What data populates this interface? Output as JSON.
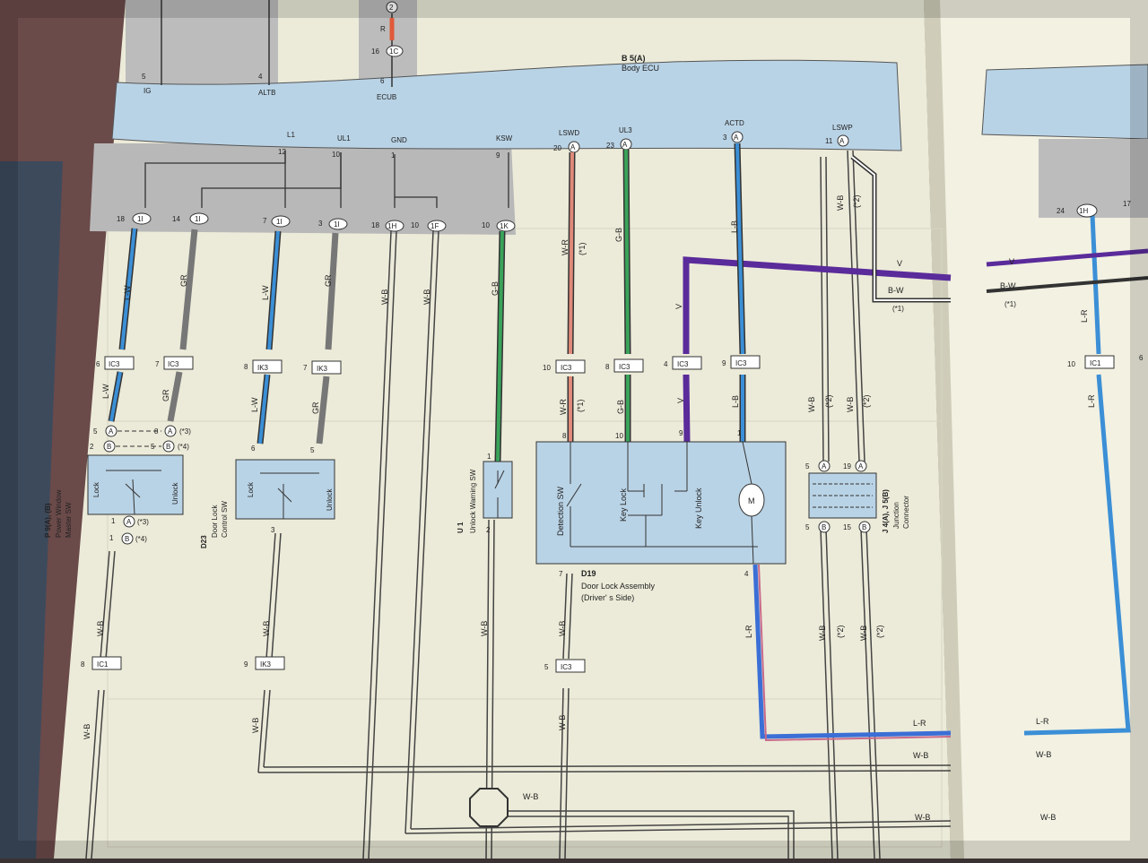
{
  "ecu": {
    "id": "B 5(A)",
    "name": "Body ECU",
    "top_pins": [
      {
        "num": "5",
        "name": "IG"
      },
      {
        "num": "4",
        "name": "ALTB"
      },
      {
        "num": "6",
        "name": "ECUB"
      }
    ],
    "top_connector": {
      "pin_a": "2",
      "pin_b": "16",
      "label_b": "1C",
      "wire": "R"
    },
    "pins": [
      {
        "num": "12",
        "name": "L1"
      },
      {
        "num": "10",
        "name": "UL1"
      },
      {
        "num": "1",
        "name": "GND"
      },
      {
        "num": "9",
        "name": "KSW"
      },
      {
        "num": "20",
        "name": "LSWD",
        "conn": "A"
      },
      {
        "num": "23",
        "name": "UL3",
        "conn": "A"
      },
      {
        "num": "3",
        "name": "ACTD",
        "conn": "A"
      },
      {
        "num": "11",
        "name": "LSWP",
        "conn": "A"
      }
    ],
    "junction_pins": [
      {
        "num": "18",
        "conn": "1I"
      },
      {
        "num": "14",
        "conn": "1I"
      },
      {
        "num": "7",
        "conn": "1I"
      },
      {
        "num": "3",
        "conn": "1I"
      },
      {
        "num": "18",
        "conn": "1H"
      },
      {
        "num": "10",
        "conn": "1F"
      },
      {
        "num": "10",
        "conn": "1K"
      }
    ]
  },
  "wires": {
    "lw": "L-W",
    "gr": "GR",
    "wb": "W-B",
    "gb": "G-B",
    "wr": "W-R",
    "lb": "L-B",
    "v": "V",
    "bw": "B-W",
    "lr": "L-R",
    "note1": "(*1)",
    "note2": "(*2)",
    "note3": "(*3)",
    "note4": "(*4)"
  },
  "connectors": {
    "ic3": "IC3",
    "ik3": "IK3",
    "ic1": "IC1",
    "ic3_pins": [
      "6",
      "7",
      "10",
      "8",
      "4",
      "9"
    ],
    "ik3_pins": [
      "8",
      "7"
    ]
  },
  "components": {
    "p9": {
      "id": "P 9(A), (B)",
      "name": "Power Window",
      "name2": "Master SW",
      "lock": "Lock",
      "unlock": "Unlock",
      "pin_5": "5",
      "pin_2": "2",
      "pin_8": "8",
      "pin_5b": "5",
      "pin_1a": "1",
      "pin_1b": "1",
      "conn_a": "A",
      "conn_b": "B"
    },
    "d23": {
      "id": "D23",
      "name": "Door Lock",
      "name2": "Control SW",
      "lock": "Lock",
      "unlock": "Unlock",
      "pin_6": "6",
      "pin_5": "5",
      "pin_3": "3"
    },
    "u1": {
      "id": "U 1",
      "name": "Unlock Warning SW",
      "pin_1": "1",
      "pin_2": "2"
    },
    "d19": {
      "id": "D19",
      "name": "Door Lock Assembly",
      "name2": "(Driver' s Side)",
      "detection": "Detection SW",
      "key_lock": "Key Lock",
      "key_unlock": "Key Unlock",
      "motor": "M",
      "pin_8": "8",
      "pin_10": "10",
      "pin_9": "9",
      "pin_1": "1",
      "pin_7": "7",
      "pin_4": "4"
    },
    "j4": {
      "id": "J 4(A), J 5(B)",
      "name": "Junction",
      "name2": "Connector",
      "pin_5": "5",
      "pin_19": "19",
      "pin_5b": "5",
      "pin_15": "15"
    }
  },
  "bottom_connectors": [
    {
      "pin": "8",
      "label": "IC1"
    },
    {
      "pin": "9",
      "label": "IK3"
    },
    {
      "pin": "5",
      "label": "IC3"
    }
  ],
  "right_page": {
    "pin_24": "24",
    "conn_1h": "1H",
    "pin_17": "17",
    "pin_10": "10",
    "conn_ic1": "IC1",
    "pin_6": "6"
  }
}
